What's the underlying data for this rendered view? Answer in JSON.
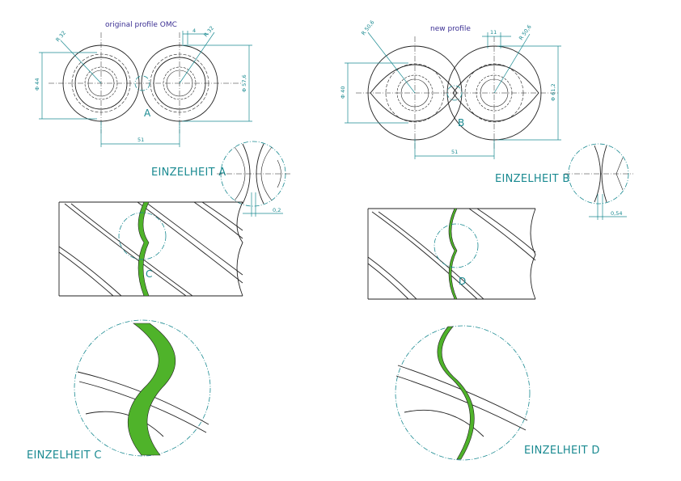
{
  "labels": {
    "title_left": "original profile OMC",
    "title_right": "new profile",
    "detail_a": "EINZELHEIT A",
    "detail_b": "EINZELHEIT B",
    "detail_c": "EINZELHEIT C",
    "detail_d": "EINZELHEIT D",
    "marker_a": "A",
    "marker_b": "B",
    "marker_c": "C",
    "marker_d": "D"
  },
  "dimensions_left": {
    "radius_1": "R 32",
    "radius_2": "R 32",
    "gap": "4",
    "dia_inner": "Φ 44",
    "dia_outer": "Φ 57,6",
    "center_distance": "51",
    "detail_gap": "0,2"
  },
  "dimensions_right": {
    "radius_1": "R 50,6",
    "radius_2": "R 50,6",
    "gap": "11",
    "dia_inner": "Φ 40",
    "dia_outer": "Φ 61,2",
    "center_distance": "51",
    "detail_gap": "0,54"
  },
  "colors": {
    "accent": "#1a8a91",
    "title": "#3b2f93",
    "clearance_fill": "#4fb32a",
    "line": "#222222"
  }
}
